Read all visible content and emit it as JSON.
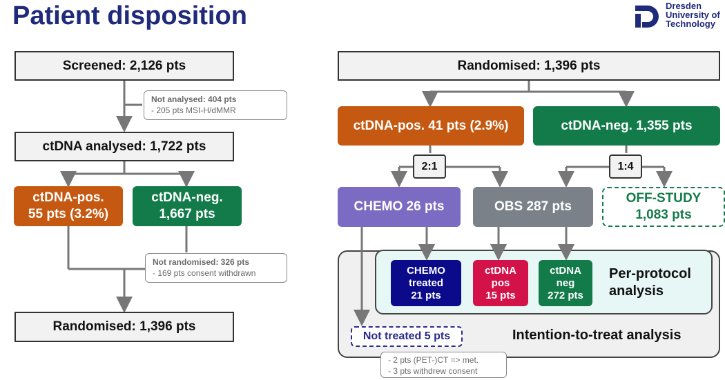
{
  "title": "Patient disposition",
  "logo": {
    "line1": "Dresden",
    "line2": "University of",
    "line3": "Technology",
    "icon": "tud-logo-icon"
  },
  "left": {
    "screened": "Screened: 2,126 pts",
    "not_analysed_head": "Not analysed: 404 pts",
    "not_analysed_detail": "- 205 pts MSI-H/dMMR",
    "ctdna_analysed": "ctDNA analysed: 1,722 pts",
    "pos_line1": "ctDNA-pos.",
    "pos_line2": "55 pts (3.2%)",
    "neg_line1": "ctDNA-neg.",
    "neg_line2": "1,667 pts",
    "not_randomised_head": "Not randomised: 326 pts",
    "not_randomised_detail": "- 169 pts consent withdrawn",
    "randomised": "Randomised: 1,396 pts"
  },
  "right": {
    "randomised": "Randomised: 1,396 pts",
    "pos": "ctDNA-pos. 41 pts (2.9%)",
    "neg": "ctDNA-neg. 1,355 pts",
    "ratio_pos": "2:1",
    "ratio_neg": "1:4",
    "chemo": "CHEMO 26 pts",
    "obs": "OBS 287 pts",
    "offstudy_line1": "OFF-STUDY",
    "offstudy_line2": "1,083 pts",
    "pp_boxes": [
      {
        "line1": "CHEMO",
        "line2": "treated",
        "line3": "21 pts"
      },
      {
        "line1": "ctDNA",
        "line2": "pos",
        "line3": "15 pts"
      },
      {
        "line1": "ctDNA",
        "line2": "neg",
        "line3": "272 pts"
      }
    ],
    "pp_label_line1": "Per-protocol",
    "pp_label_line2": "analysis",
    "itt_label": "Intention-to-treat analysis",
    "not_treated": "Not treated 5 pts",
    "not_treated_detail1": "- 2 pts (PET-)CT => met.",
    "not_treated_detail2": "- 3 pts withdrew consent"
  },
  "colors": {
    "title": "#1f2a7a",
    "orange": "#c65911",
    "green": "#137a4a",
    "purple": "#7c6bc2",
    "slate": "#7a8189",
    "navy": "#0a0a8a",
    "crimson": "#d3124a",
    "pp_panel": "#e6f7f5"
  }
}
